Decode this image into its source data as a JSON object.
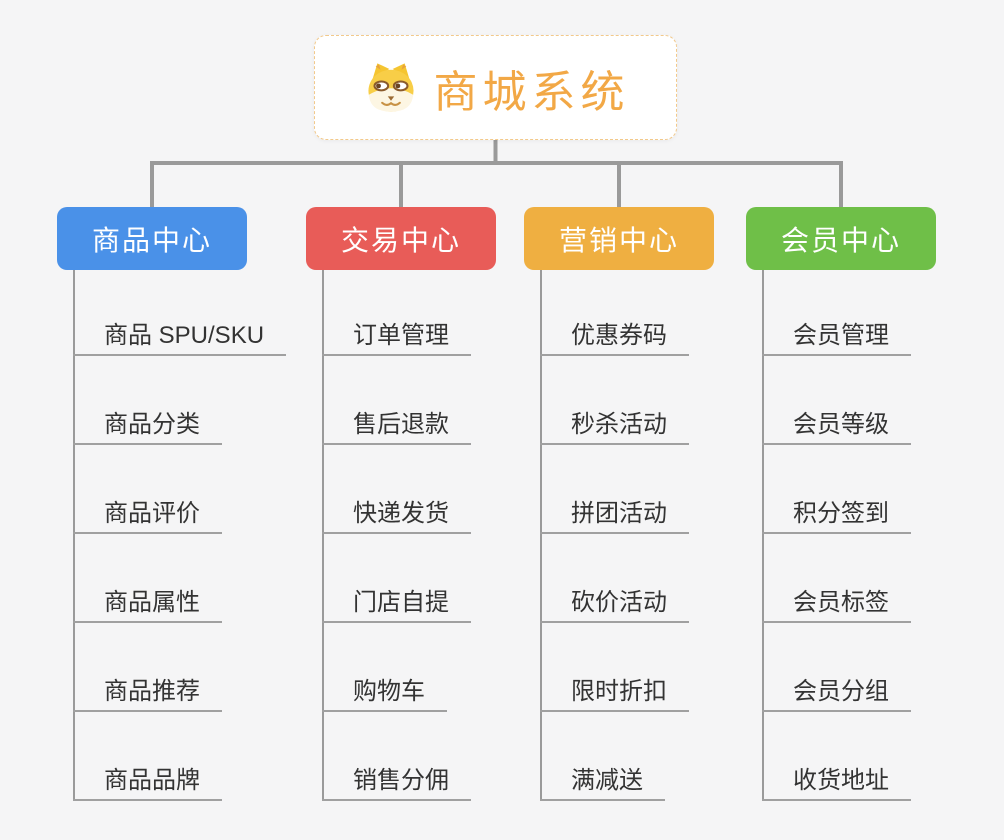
{
  "page": {
    "background_color": "#F5F5F6"
  },
  "connectors": {
    "color": "#9A9A9A"
  },
  "root": {
    "title": "商城系统",
    "title_color": "#F2A846",
    "border_color": "#F2C98B",
    "icon": "doge-icon"
  },
  "branches": [
    {
      "label": "商品中心",
      "color": "#4A91E8",
      "items": [
        "商品 SPU/SKU",
        "商品分类",
        "商品评价",
        "商品属性",
        "商品推荐",
        "商品品牌"
      ]
    },
    {
      "label": "交易中心",
      "color": "#E85C58",
      "items": [
        "订单管理",
        "售后退款",
        "快递发货",
        "门店自提",
        "购物车",
        "销售分佣"
      ]
    },
    {
      "label": "营销中心",
      "color": "#EFAF41",
      "items": [
        "优惠券码",
        "秒杀活动",
        "拼团活动",
        "砍价活动",
        "限时折扣",
        "满减送"
      ]
    },
    {
      "label": "会员中心",
      "color": "#6FBF48",
      "items": [
        "会员管理",
        "会员等级",
        "积分签到",
        "会员标签",
        "会员分组",
        "收货地址"
      ]
    }
  ]
}
